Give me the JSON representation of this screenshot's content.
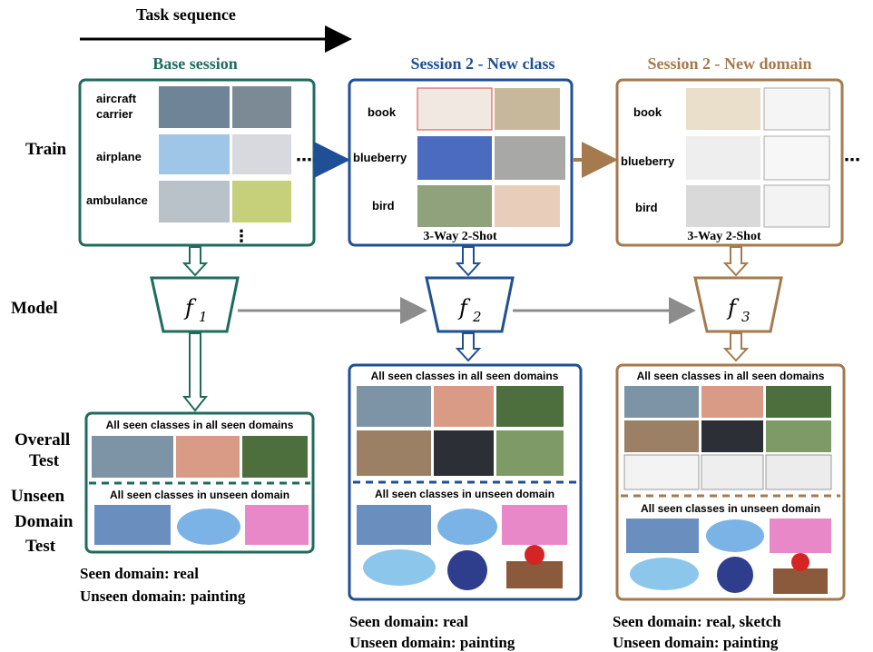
{
  "header": {
    "task_sequence": "Task sequence"
  },
  "row_labels": {
    "train": "Train",
    "model": "Model",
    "overall_test": [
      "Overall",
      "Test"
    ],
    "unseen_test": [
      "Unseen",
      "Domain",
      "Test"
    ]
  },
  "colors": {
    "base": "#1f6b5c",
    "session2_class": "#1f4f95",
    "session2_domain": "#a57a4c",
    "connector": "#8c8c8c"
  },
  "sessions": [
    {
      "title": "Base session",
      "classes": [
        "aircraft carrier",
        "airplane",
        "ambulance"
      ],
      "shot_label": "",
      "model_label": "f",
      "model_sub": "1",
      "overall_header": "All seen classes in all seen domains",
      "unseen_header": "All seen classes in unseen domain",
      "seen_domain": "Seen domain: real",
      "unseen_domain": "Unseen domain:  painting"
    },
    {
      "title": "Session 2 - New class",
      "classes": [
        "book",
        "blueberry",
        "bird"
      ],
      "shot_label": "3-Way 2-Shot",
      "model_label": "f",
      "model_sub": "2",
      "overall_header": "All seen classes in all seen domains",
      "unseen_header": "All seen classes in unseen domain",
      "seen_domain": "Seen domain: real",
      "unseen_domain": "Unseen domain:  painting"
    },
    {
      "title": "Session 2 - New domain",
      "classes": [
        "book",
        "blueberry",
        "bird"
      ],
      "shot_label": "3-Way 2-Shot",
      "model_label": "f",
      "model_sub": "3",
      "overall_header": "All seen classes in all seen domains",
      "unseen_header": "All seen classes in unseen domain",
      "seen_domain": "Seen domain: real, sketch",
      "unseen_domain": "Unseen domain:  painting"
    }
  ],
  "ellipsis": "⋯"
}
